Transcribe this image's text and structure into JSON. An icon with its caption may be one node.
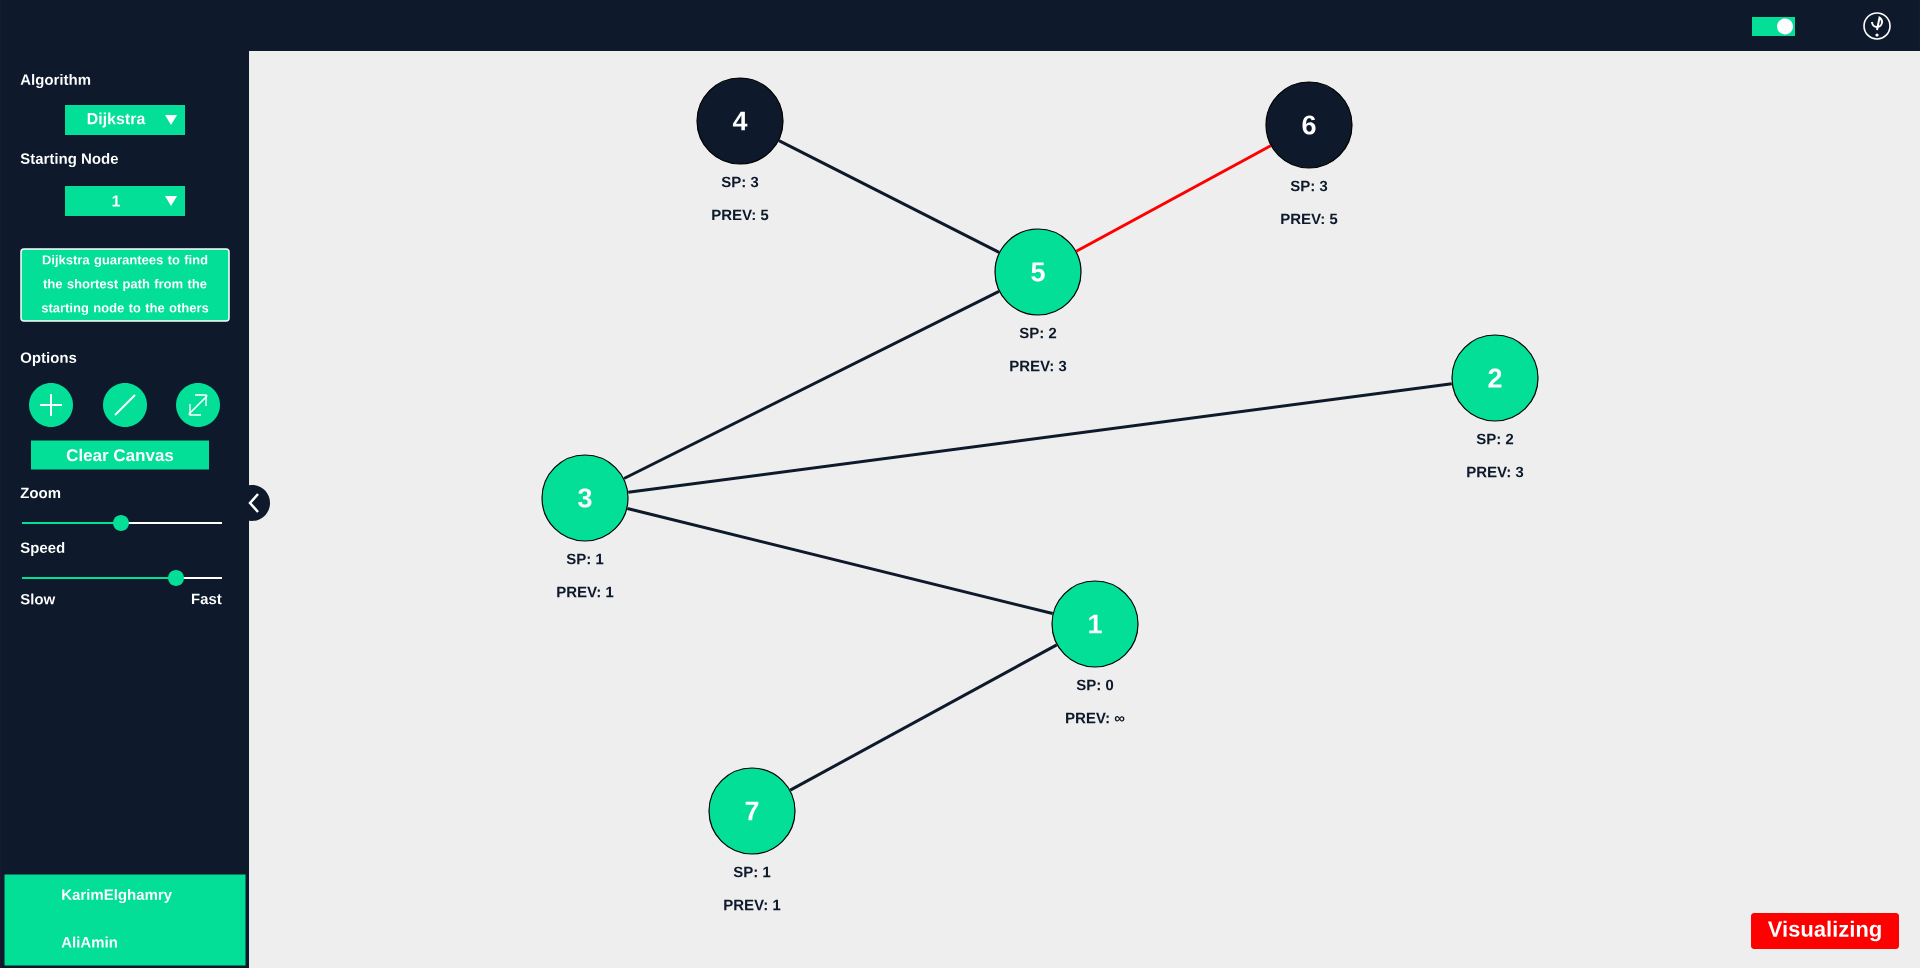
{
  "diagram": {
    "nodes": [
      {
        "text": [
          "Dijkstra"
        ]
      },
      {
        "text": [
          "1"
        ]
      },
      {
        "text": [
          "Dijkstra guarantees to find the shortest path from the starting node to the others"
        ]
      },
      {
        "text": [
          "Clear Canvas"
        ]
      },
      {
        "text": [
          "KarimElghamry",
          "AliAmin"
        ]
      },
      {
        "text": [
          "4"
        ],
        "beside": [
          "SP: 3",
          "PREV: 5"
        ]
      },
      {
        "text": [
          "6"
        ],
        "beside": [
          "SP: 3",
          "PREV: 5"
        ]
      },
      {
        "text": [
          "5"
        ],
        "beside": [
          "SP: 2",
          "PREV: 3"
        ]
      },
      {
        "text": [
          "2"
        ],
        "beside": [
          "SP: 2",
          "PREV: 3"
        ]
      },
      {
        "text": [
          "3"
        ],
        "beside": [
          "SP: 1",
          "PREV: 1"
        ]
      },
      {
        "text": [
          "1"
        ],
        "beside": [
          "SP: 0",
          "PREV: ∞"
        ]
      },
      {
        "text": [
          "7"
        ],
        "beside": [
          "SP: 1",
          "PREV: 1"
        ]
      },
      {
        "text": [
          "Visualizing"
        ]
      }
    ],
    "edges": [
      {
        "from": 5,
        "to": 7,
        "arrow": "none"
      },
      {
        "from": 7,
        "to": 6,
        "arrow": "none",
        "color": "#ff0000"
      },
      {
        "from": 7,
        "to": 9,
        "arrow": "none"
      },
      {
        "from": 9,
        "to": 8,
        "arrow": "none"
      },
      {
        "from": 9,
        "to": 10,
        "arrow": "none"
      },
      {
        "from": 10,
        "to": 11,
        "arrow": "none"
      }
    ],
    "labels": [
      "Algorithm",
      "Starting Node",
      "Options",
      "Zoom",
      "Speed",
      "Slow",
      "Fast"
    ]
  }
}
